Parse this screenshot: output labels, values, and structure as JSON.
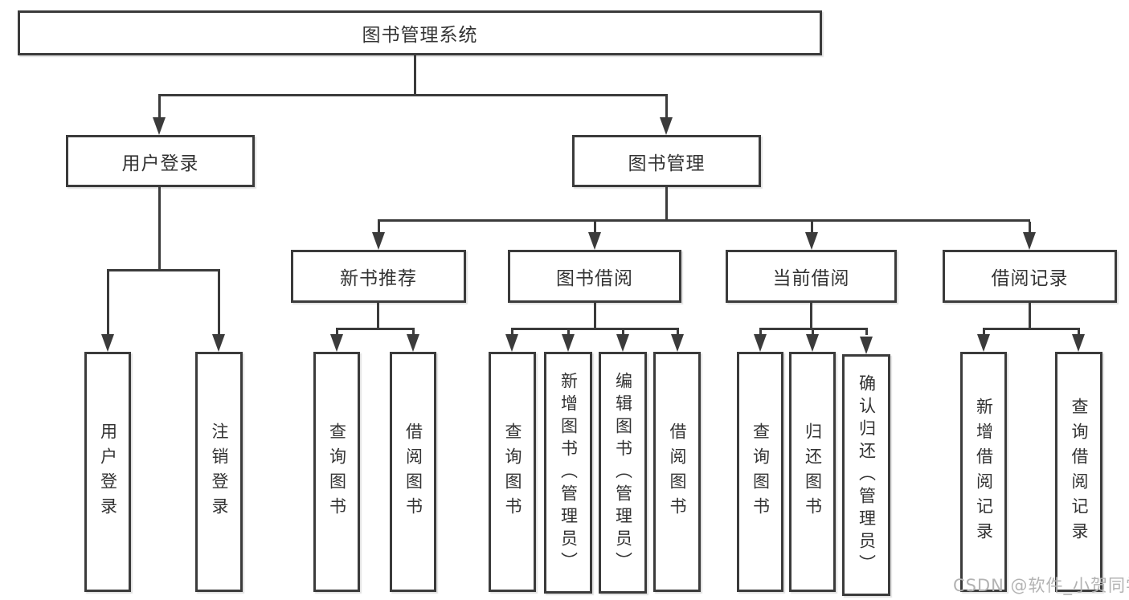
{
  "tree": {
    "label": "图书管理系统",
    "children": [
      {
        "label": "用户登录",
        "children": [
          {
            "label": "用户登录"
          },
          {
            "label": "注销登录"
          }
        ]
      },
      {
        "label": "图书管理",
        "children": [
          {
            "label": "新书推荐",
            "children": [
              {
                "label": "查询图书"
              },
              {
                "label": "借阅图书"
              }
            ]
          },
          {
            "label": "图书借阅",
            "children": [
              {
                "label": "查询图书"
              },
              {
                "label": "新增图书（管理员）"
              },
              {
                "label": "编辑图书（管理员）"
              },
              {
                "label": "借阅图书"
              }
            ]
          },
          {
            "label": "当前借阅",
            "children": [
              {
                "label": "查询图书"
              },
              {
                "label": "归还图书"
              },
              {
                "label": "确认归还（管理员）"
              }
            ]
          },
          {
            "label": "借阅记录",
            "children": [
              {
                "label": "新增借阅记录"
              },
              {
                "label": "查询借阅记录"
              }
            ]
          }
        ]
      }
    ]
  },
  "watermark": {
    "text": "CSDN @软件_小贺同学"
  },
  "colors": {
    "background": "#ffffff",
    "line": "#3b3b3b",
    "box_border": "#3b3b3b",
    "text": "#333333",
    "watermark": "#b3b3b3"
  }
}
